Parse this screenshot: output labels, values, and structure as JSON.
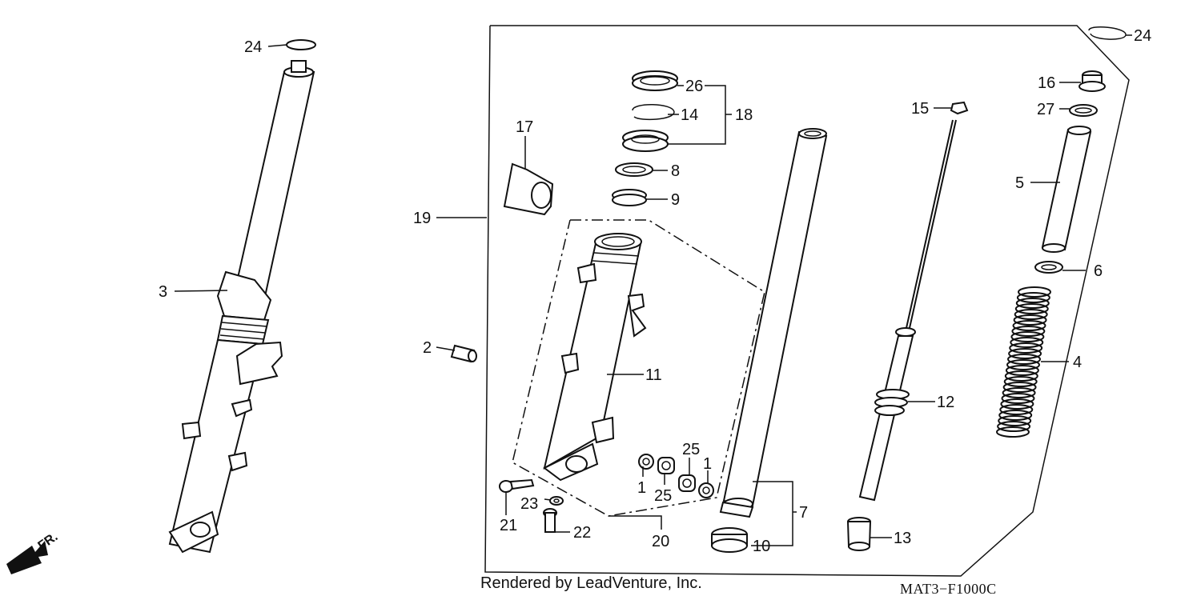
{
  "callouts": {
    "c24a": "24",
    "c3": "3",
    "c2": "2",
    "c19": "19",
    "c17": "17",
    "c26": "26",
    "c14": "14",
    "c18": "18",
    "c8": "8",
    "c9": "9",
    "c11": "11",
    "c1a": "1",
    "c25a": "25",
    "c25b": "25",
    "c1b": "1",
    "c23": "23",
    "c21": "21",
    "c22": "22",
    "c20": "20",
    "c15": "15",
    "c12": "12",
    "c13": "13",
    "c7": "7",
    "c10": "10",
    "c24b": "24",
    "c16": "16",
    "c27": "27",
    "c5": "5",
    "c6": "6",
    "c4": "4"
  },
  "direction_label": "FR.",
  "credit": "Rendered by LeadVenture, Inc.",
  "diagram_code": "MAT3−F1000C"
}
